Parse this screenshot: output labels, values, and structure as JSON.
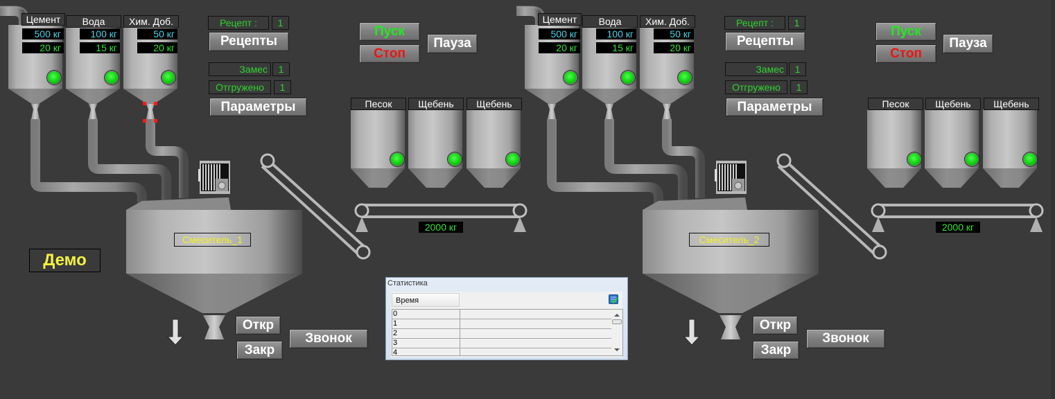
{
  "mode_badge": "Демо",
  "colors": {
    "background": "#3a3a3a",
    "status_ok": "#10d010",
    "setpoint_text": "#45d4e8",
    "actual_text": "#2ee82e",
    "start_text": "#22e822",
    "stop_text": "#ee1414",
    "mixer_tag_text": "#f0f020"
  },
  "lines": [
    {
      "id": 1,
      "dosers": [
        {
          "name": "Цемент",
          "setpoint": "500 кг",
          "actual": "20 кг",
          "status": "ok"
        },
        {
          "name": "Вода",
          "setpoint": "100 кг",
          "actual": "15 кг",
          "status": "ok"
        },
        {
          "name": "Хим. Доб.",
          "setpoint": "50 кг",
          "actual": "20 кг",
          "status": "ok",
          "selected": true
        }
      ],
      "recipe_label": "Рецепт :",
      "recipe_value": "1",
      "recipes_button": "Рецепты",
      "batch_label": "Замес",
      "batch_value": "1",
      "shipped_label": "Отгружено",
      "shipped_value": "1",
      "params_button": "Параметры",
      "start_button": "Пуск",
      "stop_button": "Стоп",
      "pause_button": "Пауза",
      "aggregates": [
        {
          "name": "Песок",
          "status": "ok"
        },
        {
          "name": "Щебень",
          "status": "ok"
        },
        {
          "name": "Щебень",
          "status": "ok"
        }
      ],
      "conveyor_weight": "2000 кг",
      "mixer_name": "Смеситель_1",
      "open_button": "Откр",
      "close_button": "Закр",
      "bell_button": "Звонок"
    },
    {
      "id": 2,
      "dosers": [
        {
          "name": "Цемент",
          "setpoint": "500 кг",
          "actual": "20 кг",
          "status": "ok"
        },
        {
          "name": "Вода",
          "setpoint": "100 кг",
          "actual": "15 кг",
          "status": "ok"
        },
        {
          "name": "Хим. Доб.",
          "setpoint": "50 кг",
          "actual": "20 кг",
          "status": "ok"
        }
      ],
      "recipe_label": "Рецепт :",
      "recipe_value": "1",
      "recipes_button": "Рецепты",
      "batch_label": "Замес",
      "batch_value": "1",
      "shipped_label": "Отгружено",
      "shipped_value": "1",
      "params_button": "Параметры",
      "start_button": "Пуск",
      "stop_button": "Стоп",
      "pause_button": "Пауза",
      "aggregates": [
        {
          "name": "Песок",
          "status": "ok"
        },
        {
          "name": "Щебень",
          "status": "ok"
        },
        {
          "name": "Щебень",
          "status": "ok"
        }
      ],
      "conveyor_weight": "2000 кг",
      "mixer_name": "Смеситель_2",
      "open_button": "Откр",
      "close_button": "Закр",
      "bell_button": "Звонок"
    }
  ],
  "statistics": {
    "title": "Статистика",
    "column_header": "Время",
    "rows": [
      "0",
      "1",
      "2",
      "3",
      "4"
    ]
  }
}
